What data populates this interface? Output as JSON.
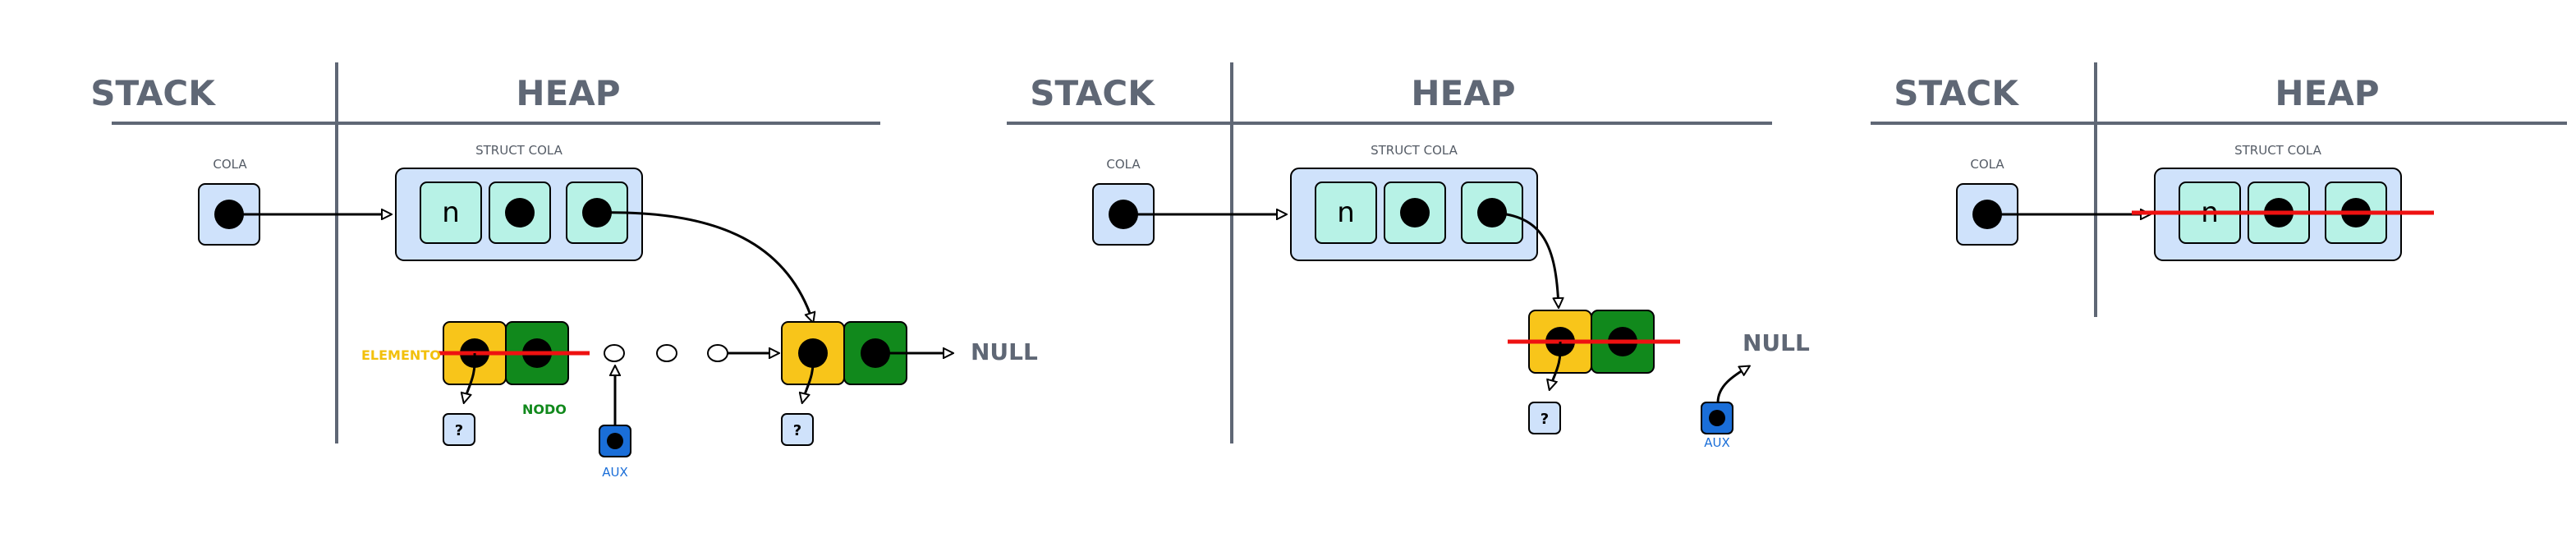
{
  "headers": {
    "stack": "STACK",
    "heap": "HEAP"
  },
  "labels": {
    "cola": "COLA",
    "struct_cola": "STRUCT COLA",
    "n": "n",
    "unknown": "?",
    "null": "NULL",
    "aux": "AUX",
    "elemento": "ELEMENTO",
    "nodo": "NODO"
  },
  "colors": {
    "axis": "#5f6775",
    "struct_fill": "#cfe2fb",
    "cell_fill": "#b7f2e6",
    "elemento_fill": "#f8c51a",
    "nodo_fill": "#11891c",
    "aux_fill": "#1a6ed8",
    "strike": "#ee1111",
    "elemento_text": "#f2c00c",
    "nodo_text": "#11891c",
    "aux_text": "#1a6ed8"
  }
}
